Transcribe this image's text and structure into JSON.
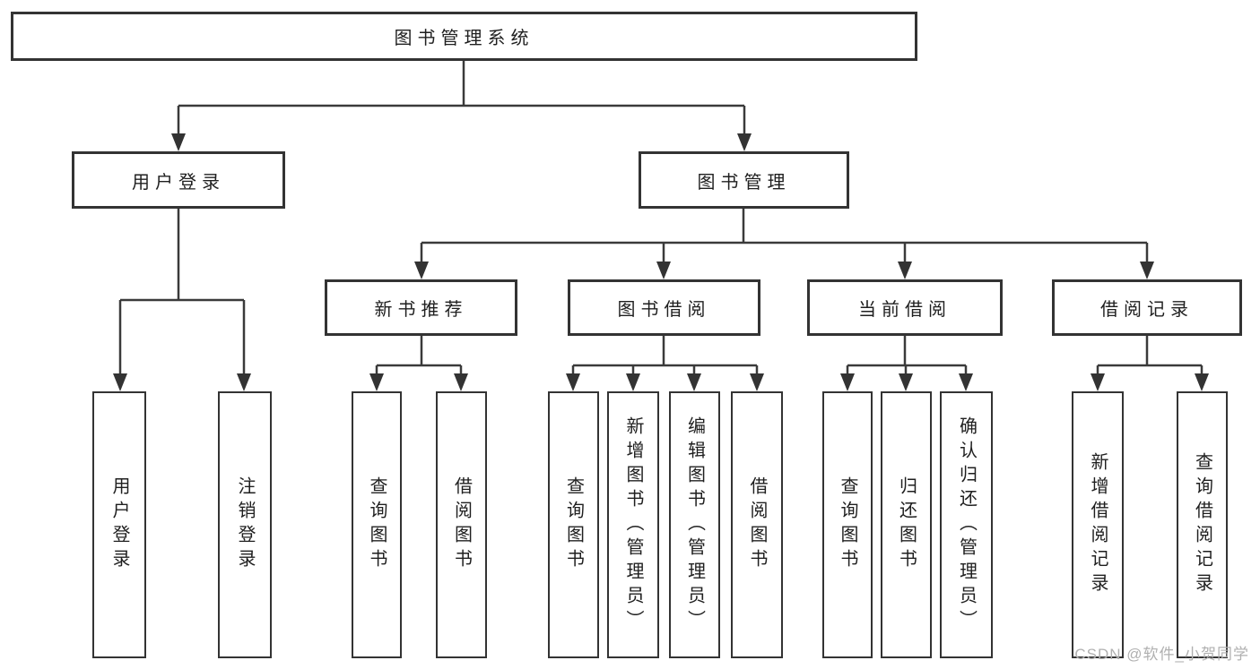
{
  "diagram_title": "图书管理系统",
  "nodes": {
    "root": "图书管理系统",
    "userLogin": "用户登录",
    "bookMgmt": "图书管理",
    "newBookRec": "新书推荐",
    "bookBorrow": "图书借阅",
    "currentBorrow": "当前借阅",
    "borrowRecords": "借阅记录",
    "leafUserLogin": "用户登录",
    "leafLogout": "注销登录",
    "leafQueryBook1": "查询图书",
    "leafBorrowBook1": "借阅图书",
    "leafQueryBook2": "查询图书",
    "leafAddBook": "新增图书（管理员）",
    "leafEditBook": "编辑图书（管理员）",
    "leafBorrowBook2": "借阅图书",
    "leafQueryBook3": "查询图书",
    "leafReturnBook": "归还图书",
    "leafConfirmReturn": "确认归还（管理员）",
    "leafAddBorrowRecord": "新增借阅记录",
    "leafQueryBorrowRecord": "查询借阅记录"
  },
  "hierarchy": {
    "图书管理系统": {
      "用户登录": [
        "用户登录",
        "注销登录"
      ],
      "图书管理": {
        "新书推荐": [
          "查询图书",
          "借阅图书"
        ],
        "图书借阅": [
          "查询图书",
          "新增图书（管理员）",
          "编辑图书（管理员）",
          "借阅图书"
        ],
        "当前借阅": [
          "查询图书",
          "归还图书",
          "确认归还（管理员）"
        ],
        "借阅记录": [
          "新增借阅记录",
          "查询借阅记录"
        ]
      }
    }
  },
  "watermark": "CSDN @软件_小贺同学",
  "colors": {
    "background": "#ffffff",
    "box_border": "#333333",
    "connector_line": "#3a3a3a",
    "text": "#1f1f1f",
    "watermark_text": "#b0b0b0"
  }
}
